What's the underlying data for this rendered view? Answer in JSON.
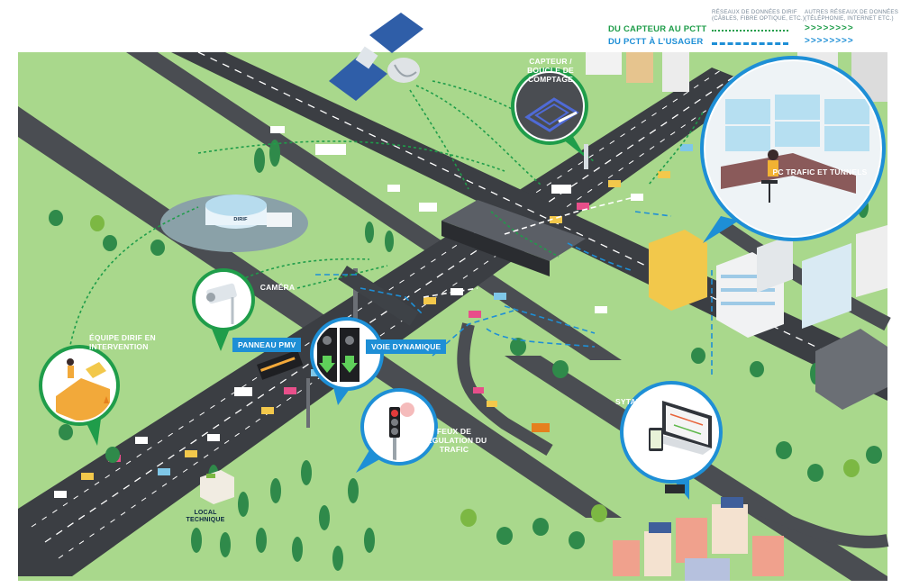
{
  "legend": {
    "head_dirif": "RÉSEAUX DE DONNÉES DIRIF\n(CÂBLES, FIBRE OPTIQUE, ETC.)",
    "head_other": "AUTRES RÉSEAUX DE DONNÉES\n(TÉLÉPHONIE, INTERNET ETC.)",
    "capteur_pctt": "DU CAPTEUR AU PCTT",
    "pctt_usager": "DU PCTT À L’USAGER",
    "green_color": "#1f9d4a",
    "blue_color": "#1e8fd6"
  },
  "labels": {
    "capteur": "CAPTEUR / BOUCLE DE COMPTAGE",
    "pc_trafic": "PC TRAFIC ET TUNNELS",
    "camera": "CAMÉRA",
    "equipe": "ÉQUIPE DIRIF EN INTERVENTION",
    "panneau_pmv": "PANNEAU PMV",
    "voie_dynamique": "VOIE DYNAMIQUE",
    "feux": "FEUX DE RÉGULATION DU TRAFIC",
    "sytadin": "SYTADIN",
    "local_technique": "LOCAL TECHNIQUE",
    "dirif_sign": "DIRIF"
  },
  "icons": [
    "satellite-icon",
    "camera-icon",
    "traffic-light-icon",
    "lane-signal-icon",
    "road-sensor-icon",
    "operator-desk-icon",
    "laptop-map-icon",
    "maintenance-van-icon"
  ]
}
